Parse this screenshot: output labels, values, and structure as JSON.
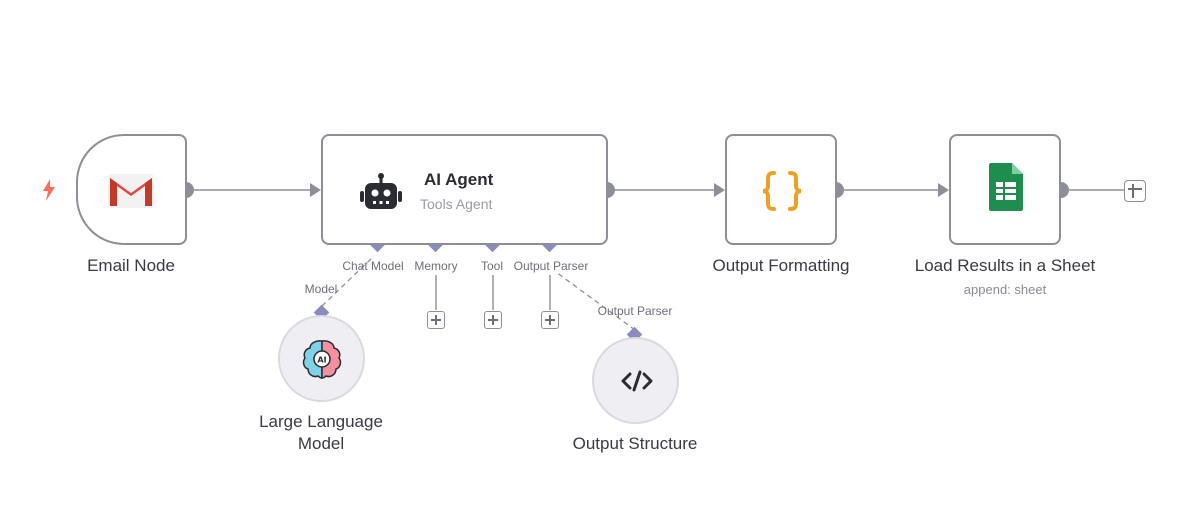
{
  "nodes": {
    "email": {
      "title": "Email Node",
      "icon": "gmail-icon"
    },
    "agent": {
      "title": "AI Agent",
      "subtitle": "Tools Agent",
      "icon": "robot-icon"
    },
    "formatting": {
      "title": "Output Formatting",
      "icon": "braces-icon"
    },
    "sheet": {
      "title": "Load Results in a Sheet",
      "subtitle": "append: sheet",
      "icon": "google-sheets-icon"
    },
    "llm": {
      "title_line1": "Large Language",
      "title_line2": "Model",
      "icon": "ai-brain-icon"
    },
    "structure": {
      "title": "Output Structure",
      "icon": "code-icon"
    }
  },
  "agent_ports": {
    "chat_model": "Chat Model",
    "memory": "Memory",
    "tool": "Tool",
    "output_parser": "Output Parser"
  },
  "connection_labels": {
    "model": "Model",
    "output_parser": "Output Parser"
  },
  "colors": {
    "trigger": "#ff6d5a",
    "braces": "#f0a020",
    "sheets_green": "#1e8e4e",
    "port_diamond": "#8b8bbd",
    "wire": "#8e8e98"
  }
}
